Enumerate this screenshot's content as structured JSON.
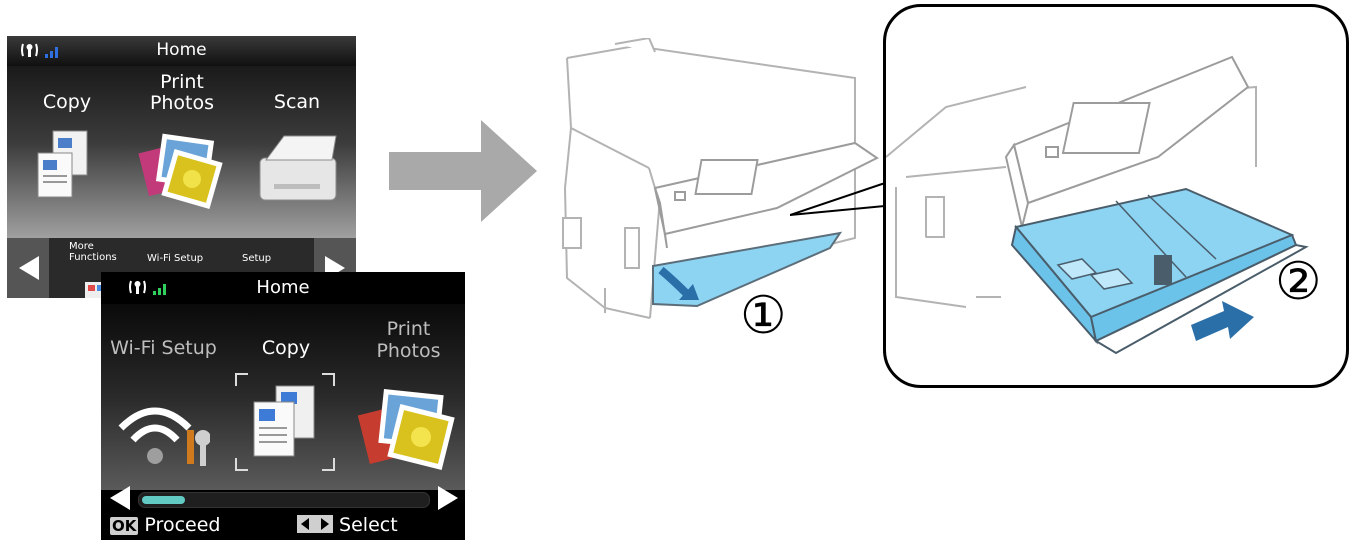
{
  "panel_classic": {
    "title": "Home",
    "menu": [
      "Copy",
      "Print\nPhotos",
      "Scan"
    ],
    "sub_menu": [
      "More\nFunctions",
      "Wi-Fi Setup",
      "Setup"
    ],
    "colors": {
      "signal": "#2f6fe0"
    }
  },
  "panel_new": {
    "title": "Home",
    "menu": [
      "Wi-Fi Setup",
      "Copy",
      "Print\nPhotos"
    ],
    "footer": {
      "ok_key": "OK",
      "ok_label": "Proceed",
      "select_label": "Select"
    },
    "scroll_position": 0.15,
    "colors": {
      "signal": "#2fd15c",
      "scroll": "#63c9c3"
    }
  },
  "steps": {
    "step1": "①",
    "step2": "②"
  },
  "colors": {
    "accent_blue": "#8dd3f2",
    "arrow_blue": "#2a6fa8",
    "flow_arrow": "#a9a9a9"
  }
}
